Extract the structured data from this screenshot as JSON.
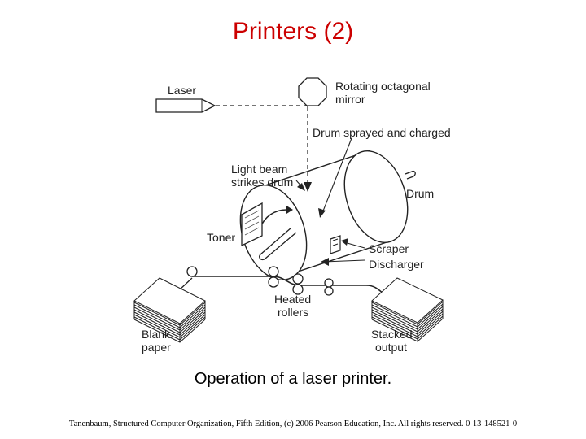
{
  "slide": {
    "title": "Printers (2)",
    "caption": "Operation of a laser printer.",
    "footer": "Tanenbaum, Structured Computer Organization, Fifth Edition, (c) 2006 Pearson Education, Inc. All rights reserved. 0-13-148521-0",
    "title_color": "#cc0000"
  },
  "diagram": {
    "labels": {
      "laser": "Laser",
      "mirror_1": "Rotating octagonal",
      "mirror_2": "mirror",
      "drum_sprayed": "Drum sprayed and charged",
      "light_beam_1": "Light beam",
      "light_beam_2": "strikes drum",
      "drum": "Drum",
      "toner": "Toner",
      "scraper": "Scraper",
      "discharger": "Discharger",
      "heated_1": "Heated",
      "heated_2": "rollers",
      "blank_1": "Blank",
      "blank_2": "paper",
      "stacked_1": "Stacked",
      "stacked_2": "output"
    }
  }
}
